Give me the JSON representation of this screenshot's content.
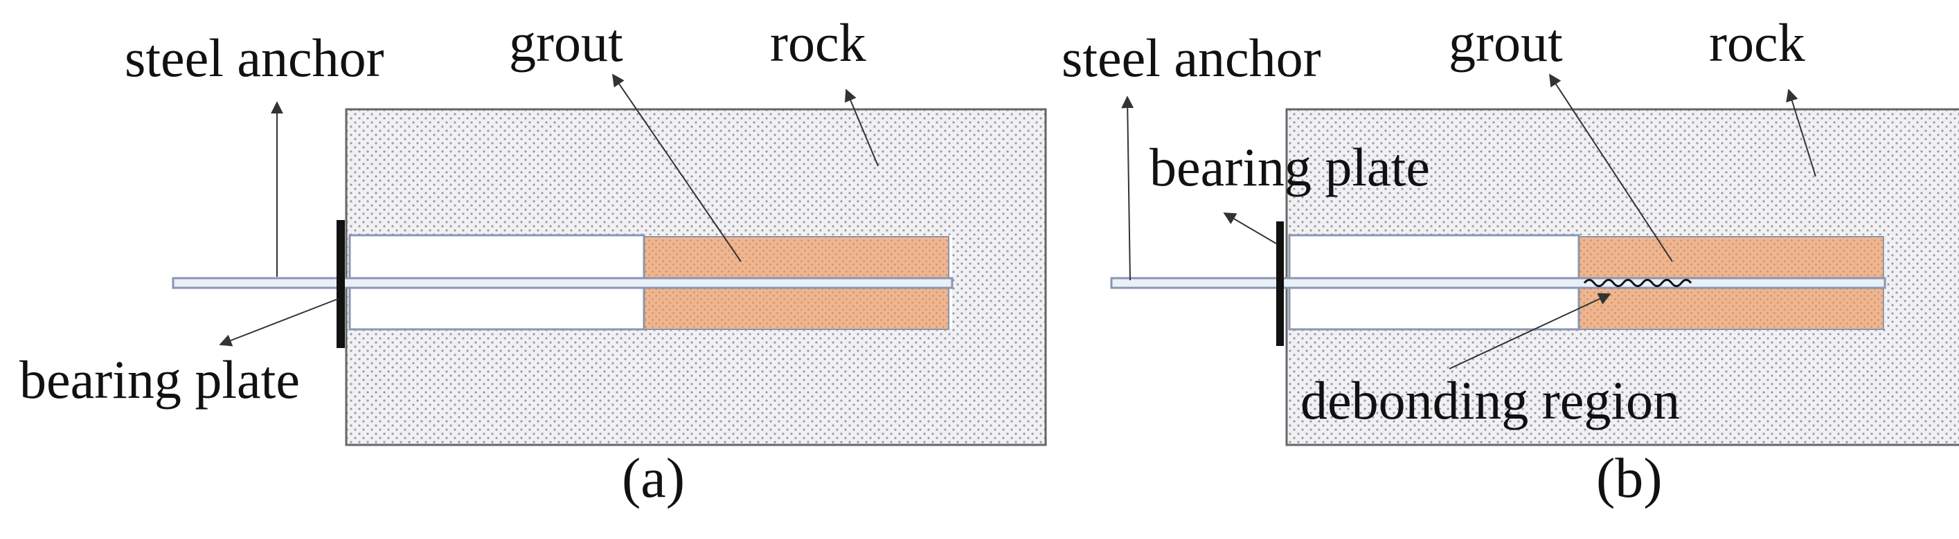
{
  "panel_a": {
    "labels": {
      "steel_anchor": "steel anchor",
      "grout": "grout",
      "rock": "rock",
      "bearing_plate": "bearing plate"
    },
    "caption": "(a)"
  },
  "panel_b": {
    "labels": {
      "steel_anchor": "steel anchor",
      "grout": "grout",
      "rock": "rock",
      "bearing_plate": "bearing plate",
      "debonding_region": "debonding region"
    },
    "caption": "(b)"
  },
  "colors": {
    "rock_fill": "#f1f1f4",
    "rock_dots": "#9a9aa6",
    "grout_fill": "#efb58e",
    "grout_dots": "#c78a68",
    "anchor_fill": "#eaf0f8",
    "anchor_stroke": "#8a96b0",
    "borehole_fill": "#ffffff",
    "plate": "#111111",
    "leader": "#333333"
  }
}
